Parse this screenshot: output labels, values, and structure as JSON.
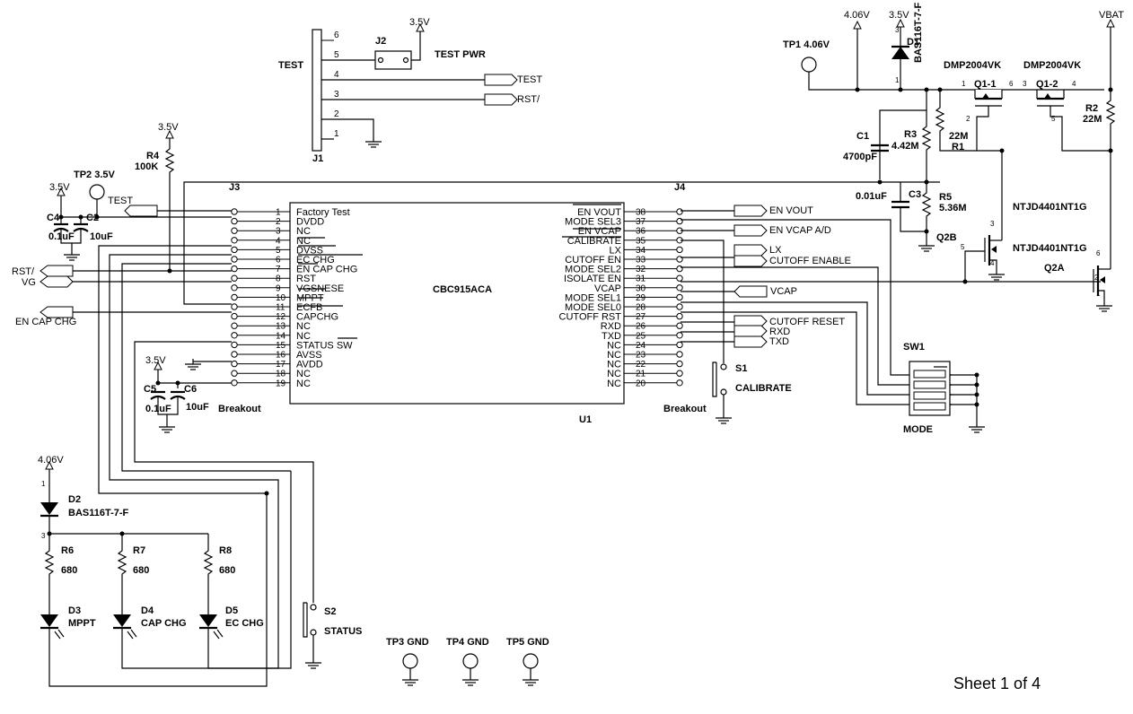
{
  "u1": {
    "name": "CBC915ACA",
    "ref": "U1",
    "left_pins": [
      {
        "num": "1",
        "name": "Factory Test"
      },
      {
        "num": "2",
        "name": "DVDD"
      },
      {
        "num": "3",
        "name": "NC"
      },
      {
        "num": "4",
        "name": "NC"
      },
      {
        "num": "5",
        "name": "DVSS"
      },
      {
        "num": "6",
        "name": "EC CHG"
      },
      {
        "num": "7",
        "name": "EN CAP CHG"
      },
      {
        "num": "8",
        "name": "RST"
      },
      {
        "num": "9",
        "name": "VGSNESE"
      },
      {
        "num": "10",
        "name": "MPPT"
      },
      {
        "num": "11",
        "name": "ECFB"
      },
      {
        "num": "12",
        "name": "CAPCHG"
      },
      {
        "num": "13",
        "name": "NC"
      },
      {
        "num": "14",
        "name": "NC"
      },
      {
        "num": "15",
        "name": "STATUS SW"
      },
      {
        "num": "16",
        "name": "AVSS"
      },
      {
        "num": "17",
        "name": "AVDD"
      },
      {
        "num": "18",
        "name": "NC"
      },
      {
        "num": "19",
        "name": "NC"
      }
    ],
    "right_pins": [
      {
        "num": "38",
        "name": "EN VOUT"
      },
      {
        "num": "37",
        "name": "MODE SEL3"
      },
      {
        "num": "36",
        "name": "EN VCAP"
      },
      {
        "num": "35",
        "name": "CALIBRATE"
      },
      {
        "num": "34",
        "name": "LX"
      },
      {
        "num": "33",
        "name": "CUTOFF EN"
      },
      {
        "num": "32",
        "name": "MODE SEL2"
      },
      {
        "num": "31",
        "name": "ISOLATE EN"
      },
      {
        "num": "30",
        "name": "VCAP"
      },
      {
        "num": "29",
        "name": "MODE SEL1"
      },
      {
        "num": "28",
        "name": "MODE SEL0"
      },
      {
        "num": "27",
        "name": "CUTOFF RST"
      },
      {
        "num": "26",
        "name": "RXD"
      },
      {
        "num": "25",
        "name": "TXD"
      },
      {
        "num": "24",
        "name": "NC"
      },
      {
        "num": "23",
        "name": "NC"
      },
      {
        "num": "22",
        "name": "NC"
      },
      {
        "num": "21",
        "name": "NC"
      },
      {
        "num": "20",
        "name": "NC"
      }
    ]
  },
  "connectors": {
    "j1": "J1",
    "j1_label": "TEST",
    "j1_pins": [
      "6",
      "5",
      "4",
      "3",
      "2",
      "1"
    ],
    "j2": "J2",
    "j2_label": "TEST PWR",
    "j3": "J3",
    "j4": "J4",
    "breakout": "Breakout"
  },
  "nets": {
    "v35": "3.5V",
    "v406": "4.06V",
    "vbat": "VBAT",
    "test": "TEST",
    "rst": "RST/",
    "vg": "VG",
    "en_cap_chg": "EN CAP CHG",
    "en_vout": "EN VOUT",
    "en_vcap_ad": "EN VCAP A/D",
    "lx": "LX",
    "cutoff_enable": "CUTOFF ENABLE",
    "vcap": "VCAP",
    "cutoff_reset": "CUTOFF RESET",
    "rxd": "RXD",
    "txd": "TXD"
  },
  "components": {
    "r4": "R4",
    "r4_val": "100K",
    "tp2": "TP2 3.5V",
    "c4": "C4",
    "c4_val": "0.1uF",
    "c2": "C2",
    "c2_val": "10uF",
    "c5": "C5",
    "c5_val": "0.1uF",
    "c6": "C6",
    "c6_val": "10uF",
    "tp1": "TP1 4.06V",
    "d1": "D1",
    "d1_part": "BAS116T-7-F",
    "q1_part": "DMP2004VK",
    "q1_1": "Q1-1",
    "q1_2": "Q1-2",
    "r2": "R2",
    "r2_val": "22M",
    "r1": "R1",
    "r1_val": "22M",
    "c1": "C1",
    "c1_val": "4700pF",
    "r3": "R3",
    "r3_val": "4.42M",
    "c3": "C3",
    "c3_val": "0.01uF",
    "r5": "R5",
    "r5_val": "5.36M",
    "q2_part": "NTJD4401NT1G",
    "q2b": "Q2B",
    "q2a": "Q2A",
    "sw1": "SW1",
    "sw1_label": "MODE",
    "s1": "S1",
    "s1_label": "CALIBRATE",
    "s2": "S2",
    "s2_label": "STATUS",
    "d2": "D2",
    "d2_part": "BAS116T-7-F",
    "r6": "R6",
    "r7": "R7",
    "r8": "R8",
    "r_val": "680",
    "d3": "D3",
    "d3_label": "MPPT",
    "d4": "D4",
    "d4_label": "CAP CHG",
    "d5": "D5",
    "d5_label": "EC CHG",
    "tp3": "TP3 GND",
    "tp4": "TP4 GND",
    "tp5": "TP5 GND"
  },
  "sheet": "Sheet 1 of 4"
}
